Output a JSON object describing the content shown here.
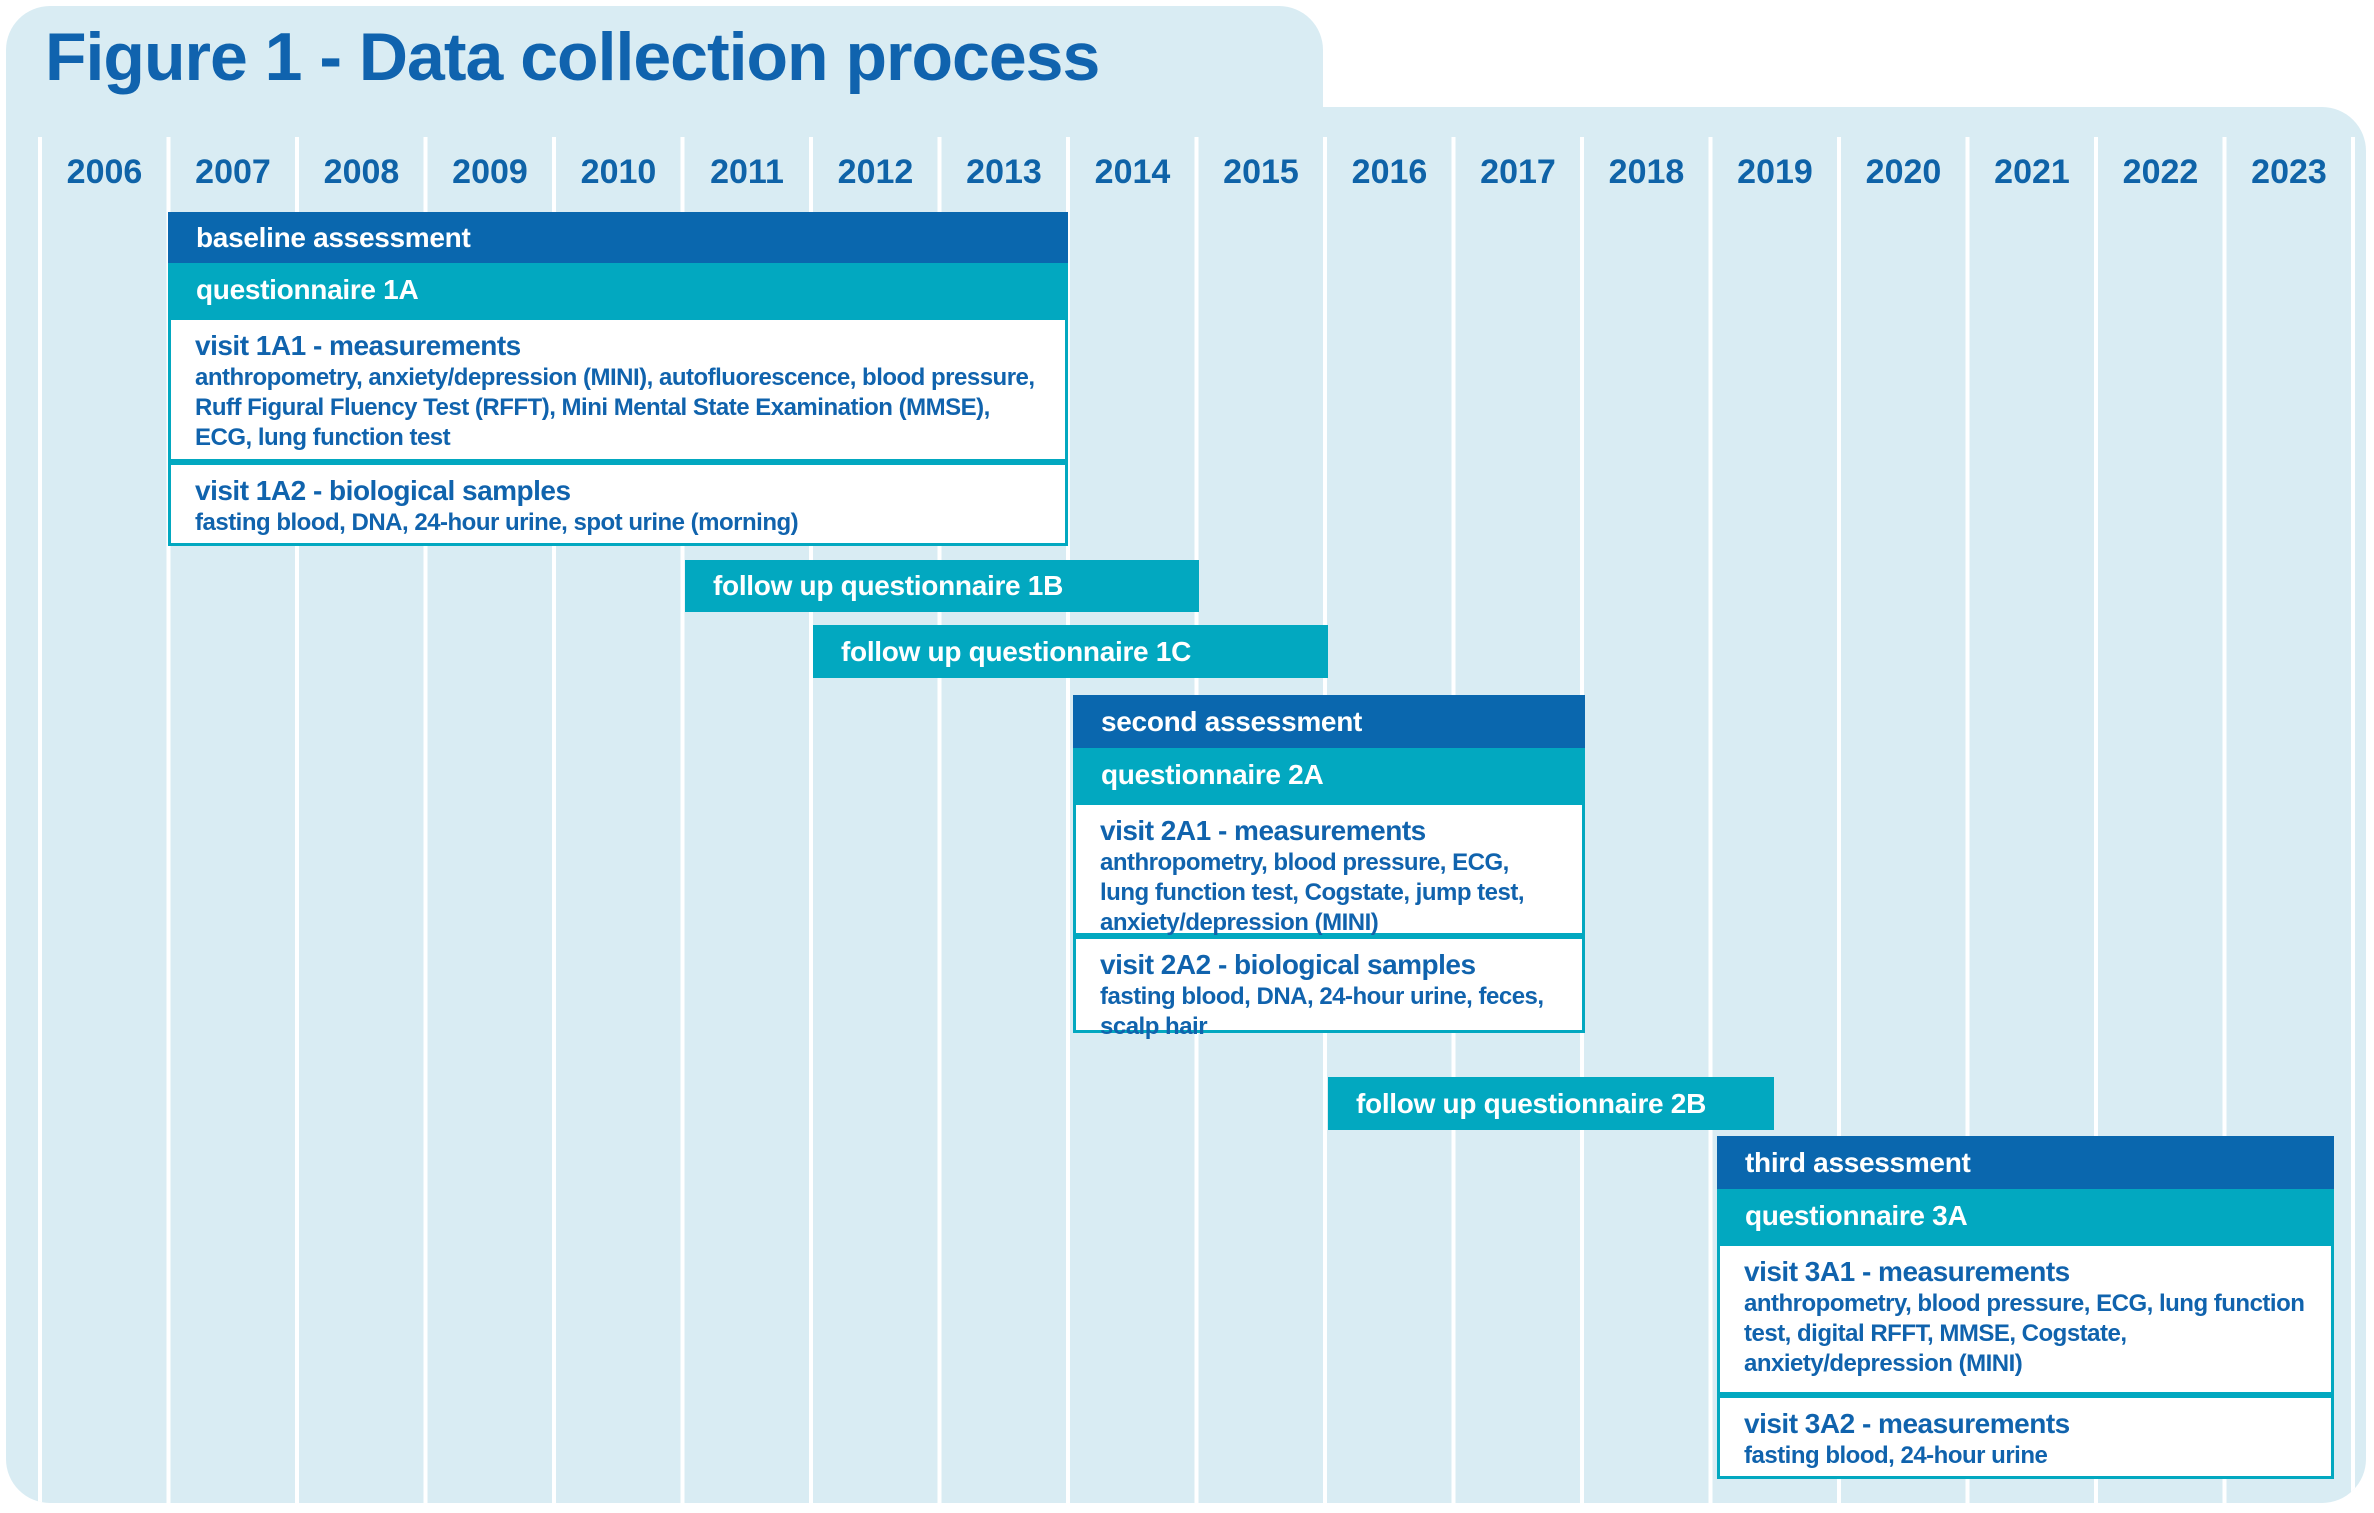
{
  "figure_title": "Figure 1 - Data collection process",
  "colors": {
    "dark_blue": "#0a67ae",
    "teal": "#02a8c0",
    "panel_light_blue": "#d9ecf3",
    "text_blue": "#1063ad",
    "gridline": "#ffffff"
  },
  "timeline": {
    "years": [
      "2006",
      "2007",
      "2008",
      "2009",
      "2010",
      "2011",
      "2012",
      "2013",
      "2014",
      "2015",
      "2016",
      "2017",
      "2018",
      "2019",
      "2020",
      "2021",
      "2022",
      "2023"
    ]
  },
  "blocks": {
    "baseline": {
      "header": "baseline assessment",
      "questionnaire": "questionnaire 1A",
      "visit1_title": "visit 1A1 - measurements",
      "visit1_details": "anthropometry, anxiety/depression (MINI), autofluorescence, blood pressure, Ruff Figural Fluency Test (RFFT), Mini Mental State Examination (MMSE), ECG, lung function test",
      "visit2_title": "visit 1A2 - biological samples",
      "visit2_details": "fasting blood, DNA, 24-hour urine, spot urine (morning)"
    },
    "followup_1b": "follow up questionnaire 1B",
    "followup_1c": "follow up questionnaire 1C",
    "second": {
      "header": "second assessment",
      "questionnaire": "questionnaire 2A",
      "visit1_title": "visit 2A1 - measurements",
      "visit1_details": "anthropometry, blood pressure, ECG, lung function test, Cogstate, jump test, anxiety/depression (MINI)",
      "visit2_title": "visit 2A2 - biological samples",
      "visit2_details": "fasting blood, DNA, 24-hour urine, feces, scalp hair"
    },
    "followup_2b": "follow up questionnaire 2B",
    "third": {
      "header": "third assessment",
      "questionnaire": "questionnaire 3A",
      "visit1_title": "visit 3A1 - measurements",
      "visit1_details": "anthropometry, blood pressure, ECG, lung function test, digital RFFT, MMSE, Cogstate, anxiety/depression (MINI)",
      "visit2_title": "visit 3A2 - measurements",
      "visit2_details": "fasting blood, 24-hour urine"
    }
  },
  "chart_data": {
    "type": "bar",
    "variant": "gantt-timeline",
    "title": "Figure 1 - Data collection process",
    "x_axis": {
      "label": "year",
      "ticks": [
        2006,
        2007,
        2008,
        2009,
        2010,
        2011,
        2012,
        2013,
        2014,
        2015,
        2016,
        2017,
        2018,
        2019,
        2020,
        2021,
        2022,
        2023
      ],
      "range": [
        2006,
        2024
      ]
    },
    "grid": true,
    "legend": false,
    "bars": [
      {
        "label": "baseline assessment",
        "row": "header",
        "start": 2007,
        "end": 2014,
        "color": "#0a67ae"
      },
      {
        "label": "questionnaire 1A",
        "row": "questionnaire",
        "start": 2007,
        "end": 2014,
        "color": "#02a8c0"
      },
      {
        "label": "visit 1A1 - measurements",
        "row": "visit",
        "start": 2007,
        "end": 2014,
        "details": "anthropometry, anxiety/depression (MINI), autofluorescence, blood pressure, Ruff Figural Fluency Test (RFFT), Mini Mental State Examination (MMSE), ECG, lung function test"
      },
      {
        "label": "visit 1A2 - biological samples",
        "row": "visit",
        "start": 2007,
        "end": 2014,
        "details": "fasting blood, DNA, 24-hour urine, spot urine (morning)"
      },
      {
        "label": "follow up questionnaire 1B",
        "row": "followup",
        "start": 2011,
        "end": 2015,
        "color": "#02a8c0"
      },
      {
        "label": "follow up questionnaire 1C",
        "row": "followup",
        "start": 2012,
        "end": 2016,
        "color": "#02a8c0"
      },
      {
        "label": "second assessment",
        "row": "header",
        "start": 2014,
        "end": 2018,
        "color": "#0a67ae"
      },
      {
        "label": "questionnaire 2A",
        "row": "questionnaire",
        "start": 2014,
        "end": 2018,
        "color": "#02a8c0"
      },
      {
        "label": "visit 2A1 - measurements",
        "row": "visit",
        "start": 2014,
        "end": 2018,
        "details": "anthropometry, blood pressure, ECG, lung function test, Cogstate, jump test, anxiety/depression (MINI)"
      },
      {
        "label": "visit 2A2 - biological samples",
        "row": "visit",
        "start": 2014,
        "end": 2018,
        "details": "fasting blood, DNA, 24-hour urine, feces, scalp hair"
      },
      {
        "label": "follow up questionnaire 2B",
        "row": "followup",
        "start": 2016,
        "end": 2019.5,
        "color": "#02a8c0"
      },
      {
        "label": "third assessment",
        "row": "header",
        "start": 2019,
        "end": 2023.8,
        "color": "#0a67ae"
      },
      {
        "label": "questionnaire 3A",
        "row": "questionnaire",
        "start": 2019,
        "end": 2023.8,
        "color": "#02a8c0"
      },
      {
        "label": "visit 3A1 - measurements",
        "row": "visit",
        "start": 2019,
        "end": 2023.8,
        "details": "anthropometry, blood pressure, ECG, lung function test, digital RFFT, MMSE, Cogstate, anxiety/depression (MINI)"
      },
      {
        "label": "visit 3A2 - measurements",
        "row": "visit",
        "start": 2019,
        "end": 2023.8,
        "details": "fasting blood, 24-hour urine"
      }
    ]
  }
}
